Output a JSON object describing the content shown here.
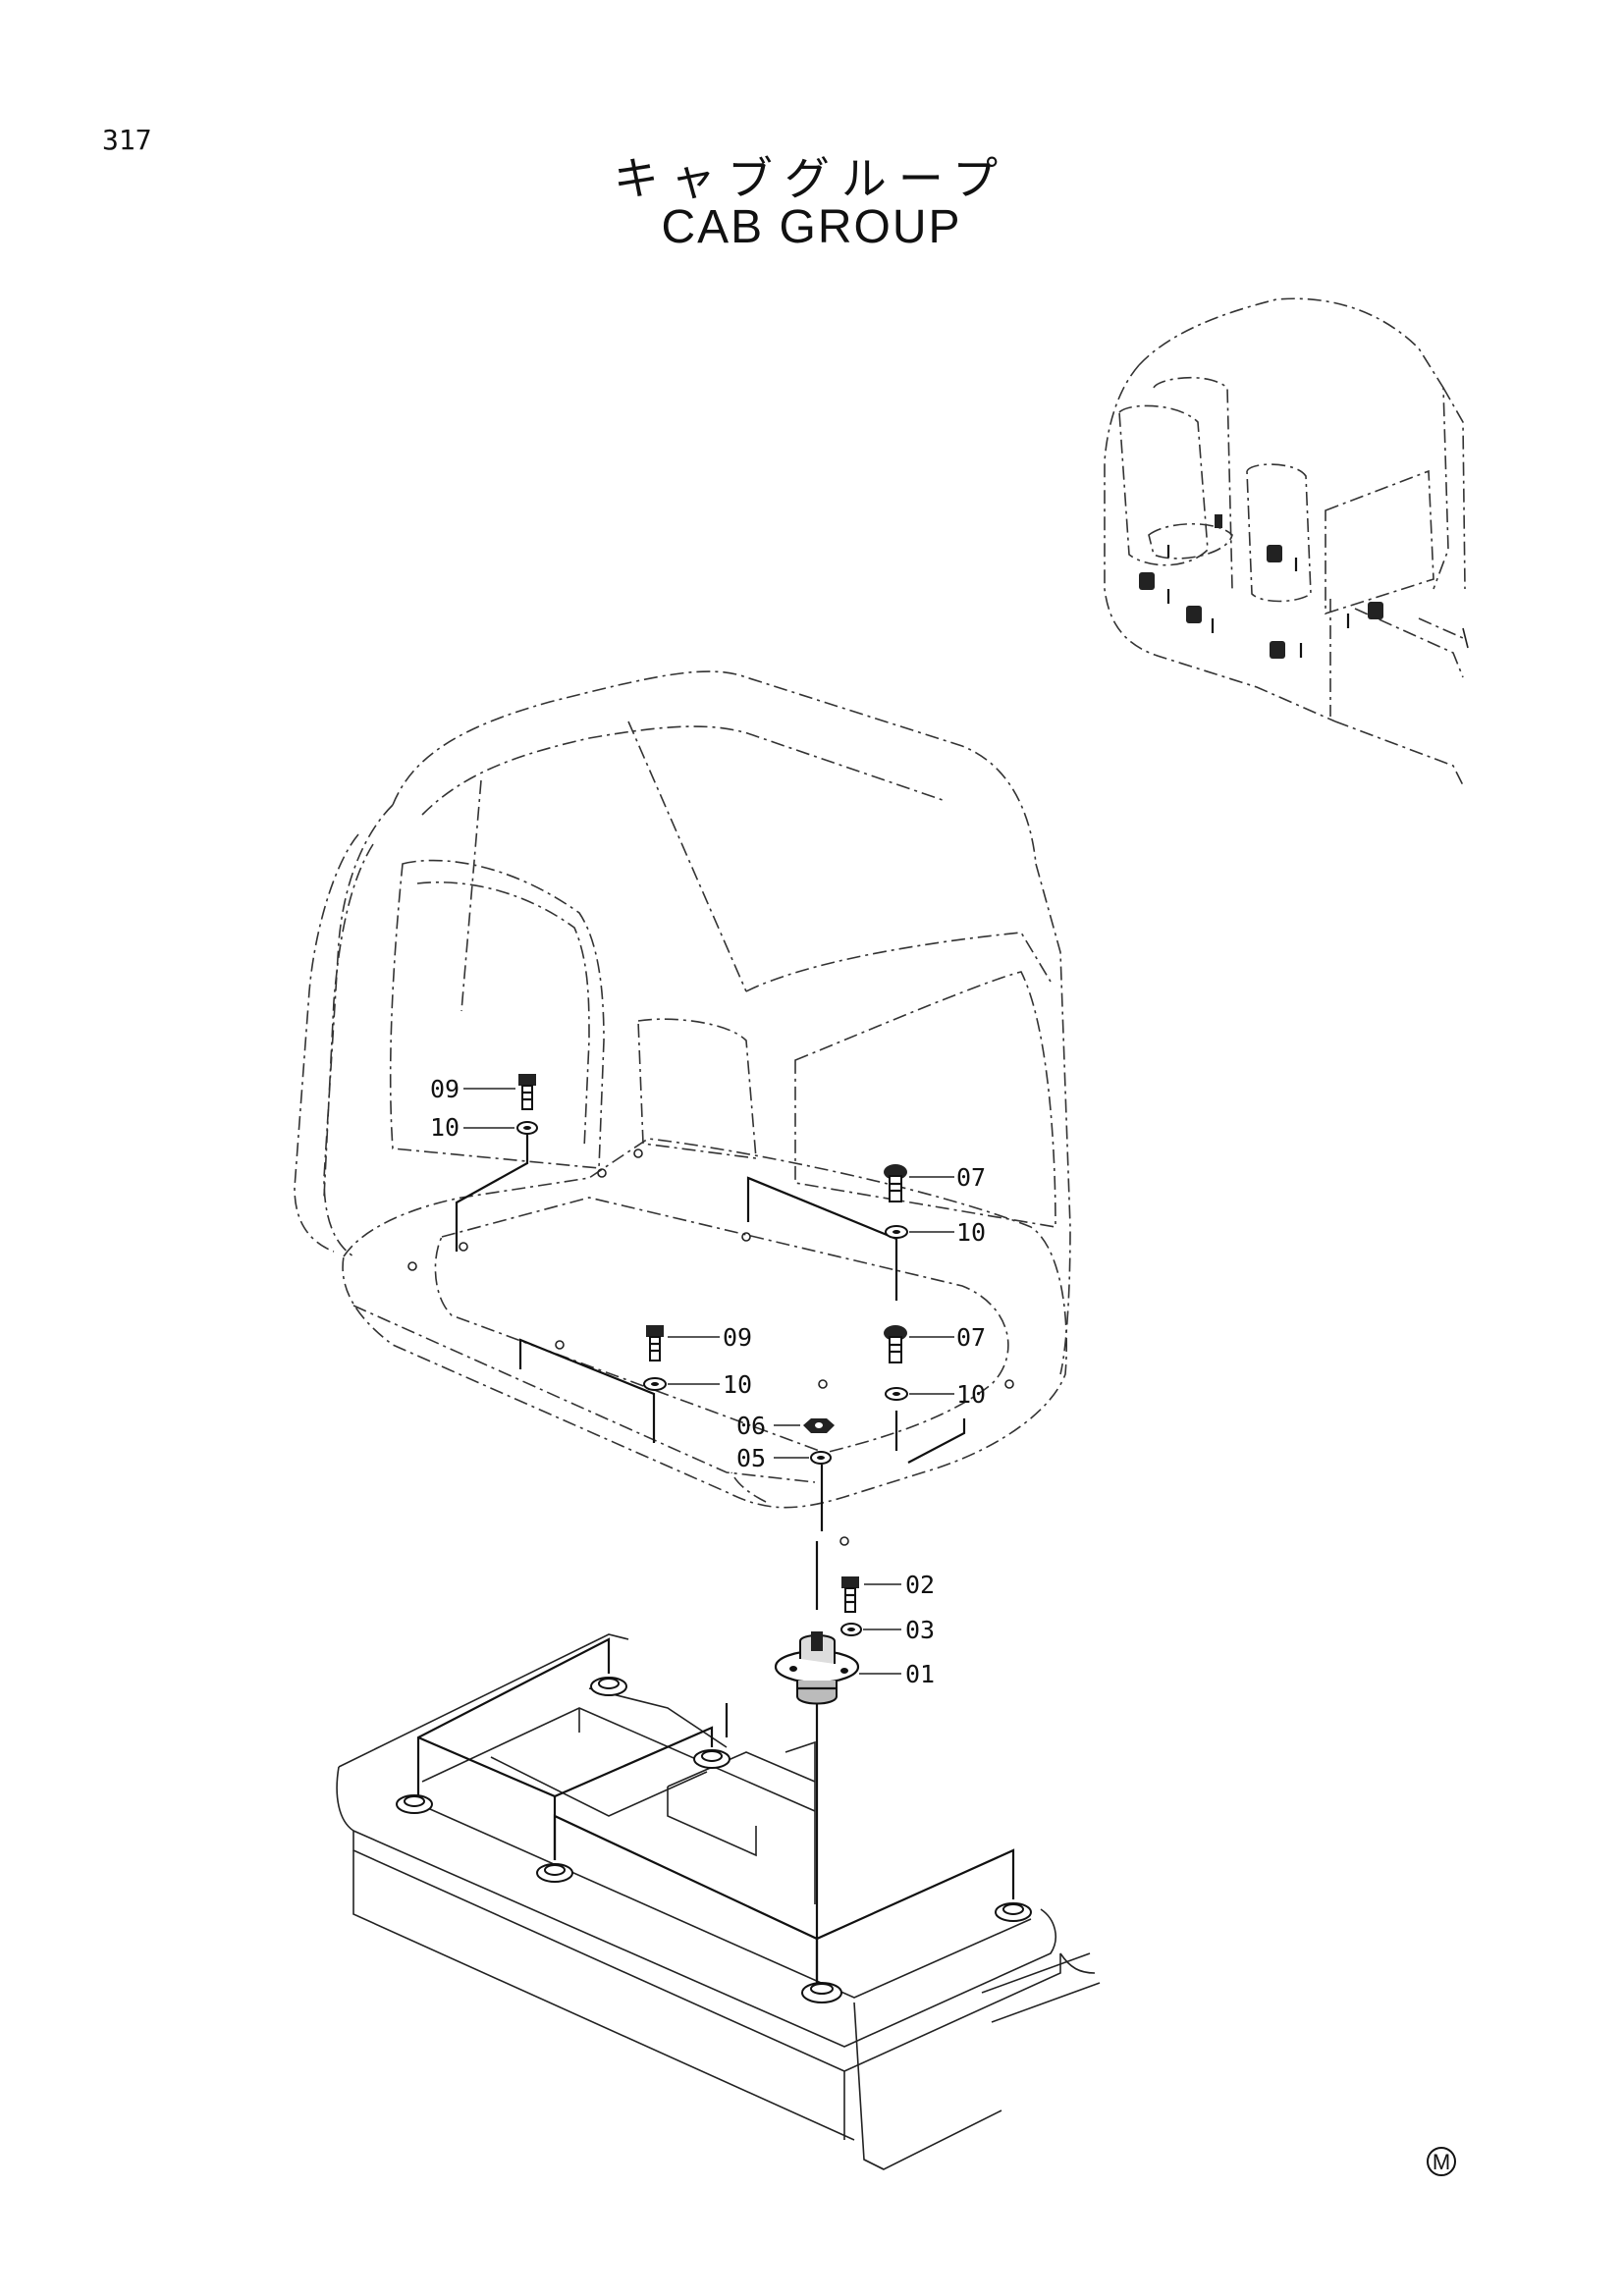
{
  "page": {
    "number": "317"
  },
  "title": {
    "japanese": "キャブグループ",
    "english": "CAB GROUP"
  },
  "callouts": [
    {
      "id": "c09a",
      "label": "09"
    },
    {
      "id": "c10a",
      "label": "10"
    },
    {
      "id": "c07a",
      "label": "07"
    },
    {
      "id": "c10b",
      "label": "10"
    },
    {
      "id": "c09b",
      "label": "09"
    },
    {
      "id": "c10c",
      "label": "10"
    },
    {
      "id": "c07b",
      "label": "07"
    },
    {
      "id": "c10d",
      "label": "10"
    },
    {
      "id": "c06",
      "label": "06"
    },
    {
      "id": "c05",
      "label": "05"
    },
    {
      "id": "c02",
      "label": "02"
    },
    {
      "id": "c03",
      "label": "03"
    },
    {
      "id": "c01",
      "label": "01"
    }
  ],
  "marks": {
    "corner_letter": "M"
  },
  "colors": {
    "ink": "#111111",
    "background": "#ffffff"
  }
}
